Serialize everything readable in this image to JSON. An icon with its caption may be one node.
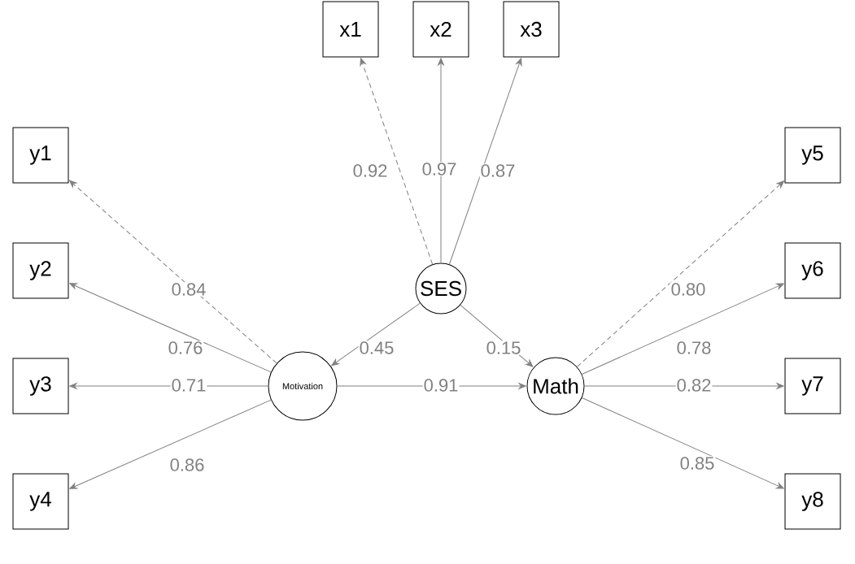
{
  "diagram": {
    "nodes": [
      {
        "text": [
          "x1"
        ]
      },
      {
        "text": [
          "x2"
        ]
      },
      {
        "text": [
          "x3"
        ]
      },
      {
        "text": [
          "y1"
        ]
      },
      {
        "text": [
          "y2"
        ]
      },
      {
        "text": [
          "y3"
        ]
      },
      {
        "text": [
          "y4"
        ]
      },
      {
        "text": [
          "y5"
        ]
      },
      {
        "text": [
          "y6"
        ]
      },
      {
        "text": [
          "y7"
        ]
      },
      {
        "text": [
          "y8"
        ]
      },
      {
        "text": [
          "SES"
        ]
      },
      {
        "text": [
          "Motivation"
        ]
      },
      {
        "text": [
          "Math"
        ]
      }
    ],
    "edges": [
      {
        "from": 11,
        "to": 0,
        "arrow": "to",
        "label": "0.92",
        "style": "dashed"
      },
      {
        "from": 11,
        "to": 1,
        "arrow": "to",
        "label": "0.97"
      },
      {
        "from": 11,
        "to": 2,
        "arrow": "to",
        "label": "0.87"
      },
      {
        "from": 12,
        "to": 3,
        "arrow": "to",
        "label": "0.84",
        "style": "dashed"
      },
      {
        "from": 12,
        "to": 4,
        "arrow": "to",
        "label": "0.76"
      },
      {
        "from": 12,
        "to": 5,
        "arrow": "to",
        "label": "0.71"
      },
      {
        "from": 12,
        "to": 6,
        "arrow": "to",
        "label": "0.86"
      },
      {
        "from": 13,
        "to": 7,
        "arrow": "to",
        "label": "0.80",
        "style": "dashed"
      },
      {
        "from": 13,
        "to": 8,
        "arrow": "to",
        "label": "0.78"
      },
      {
        "from": 13,
        "to": 9,
        "arrow": "to",
        "label": "0.82"
      },
      {
        "from": 13,
        "to": 10,
        "arrow": "to",
        "label": "0.85"
      },
      {
        "from": 11,
        "to": 12,
        "arrow": "to",
        "label": "0.45"
      },
      {
        "from": 11,
        "to": 13,
        "arrow": "to",
        "label": "0.15"
      },
      {
        "from": 12,
        "to": 13,
        "arrow": "to",
        "label": "0.91"
      }
    ]
  }
}
